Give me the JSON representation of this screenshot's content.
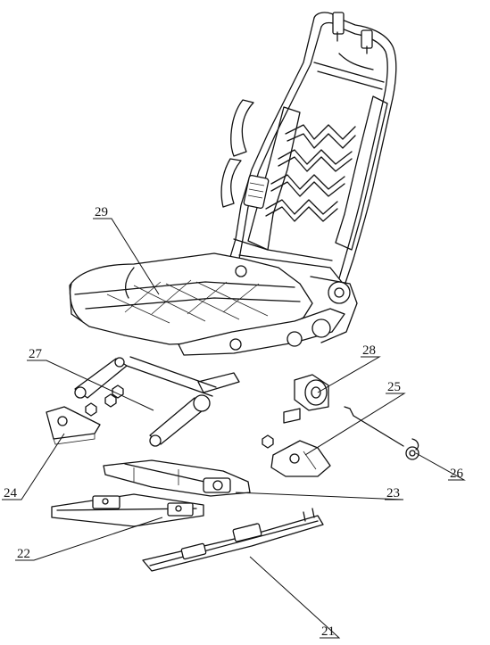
{
  "figure": {
    "labels": [
      {
        "id": "29",
        "text": "29"
      },
      {
        "id": "27",
        "text": "27"
      },
      {
        "id": "28",
        "text": "28"
      },
      {
        "id": "25",
        "text": "25"
      },
      {
        "id": "26",
        "text": "26"
      },
      {
        "id": "24",
        "text": "24"
      },
      {
        "id": "23",
        "text": "23"
      },
      {
        "id": "22",
        "text": "22"
      },
      {
        "id": "21",
        "text": "21"
      }
    ]
  }
}
